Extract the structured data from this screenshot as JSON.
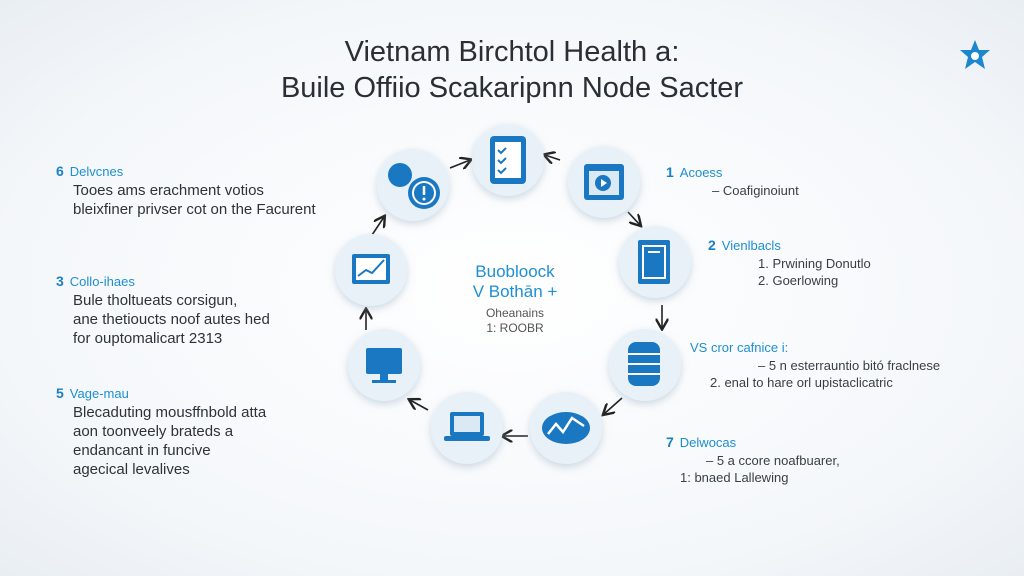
{
  "title": {
    "line1": "Vietnam Birchtol Health a:",
    "line2": "Buile Offiio Scakaripnn Node Sacter"
  },
  "left_blocks": [
    {
      "num": "6",
      "heading": "Delvcnes",
      "lines": [
        "Tooes ams erachment votios",
        "bleixfiner privser cot on the Facurent"
      ]
    },
    {
      "num": "3",
      "heading": "Collo-ihaes",
      "lines": [
        "Bule tholtueats corsigun,",
        "ane thetioucts noof autes hed",
        "for ouptomalicart 2313"
      ]
    },
    {
      "num": "5",
      "heading": "Vage-mau",
      "lines": [
        "Blecaduting mousffnbold atta",
        "aon toonveely brateds a",
        "endancant in funcive",
        "agecical levalives"
      ]
    }
  ],
  "right_blocks": [
    {
      "num": "1",
      "heading": "Acoess",
      "lines": [
        "– Coafiginoiunt"
      ]
    },
    {
      "num": "2",
      "heading": "Vienlbacls",
      "lines": [
        "1. Prwining Donutlo",
        "2. Goerlowing"
      ]
    },
    {
      "num": "",
      "heading": "VS cror cafnice i:",
      "lines": [
        "– 5 n esterrauntio bitó fraclnese",
        "2. enal to hare orl upistaclicatric"
      ]
    },
    {
      "num": "7",
      "heading": "Delwocas",
      "lines": [
        "– 5 a ccore noafbuarer,",
        "1: bnaed Lallewing"
      ]
    }
  ],
  "center": {
    "line1": "Buobloock",
    "line2": "V Bothān +",
    "line3": "Oheanains",
    "line4": "1: ROOBR"
  },
  "nodes": [
    "cloud-alert-icon",
    "tablet-checklist-icon",
    "media-window-icon",
    "server-book-icon",
    "database-icon",
    "chart-trend-icon",
    "laptop-icon",
    "desktop-monitor-icon",
    "line-chart-monitor-icon"
  ],
  "colors": {
    "accent": "#1a87cf",
    "node_bg": "#e8f0f7",
    "text": "#2e3338"
  }
}
